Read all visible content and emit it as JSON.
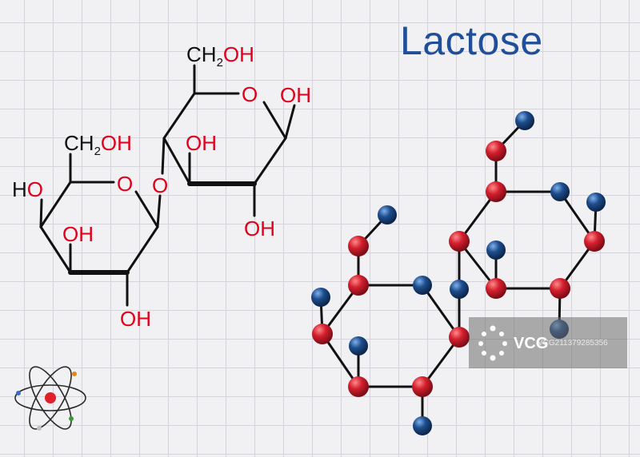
{
  "title": "Lactose",
  "structural_formula": {
    "labels": {
      "ch2oh_top": {
        "c": "CH",
        "sub": "2",
        "o": "OH"
      },
      "ch2oh_left": {
        "c": "CH",
        "sub": "2",
        "o": "OH"
      },
      "ring_o_right": "O",
      "ring_o_left": "O",
      "glycosidic_o": "O",
      "oh_anomeric": "OH",
      "oh_right_c3": "OH",
      "oh_right_c2": "OH",
      "oh_left_c4": "HO",
      "oh_left_c3": "OH",
      "oh_left_c2": "OH"
    }
  },
  "colors": {
    "title": "#1f4f9a",
    "oxygen_label": "#e0001b",
    "bond": "#111111",
    "oxygen_atom": "#d41f2e",
    "hydrogen_atom": "#1d4d8c"
  },
  "watermark": {
    "brand": "VCG",
    "id": "VCG211379285356"
  },
  "icons": [
    "atom-icon"
  ]
}
